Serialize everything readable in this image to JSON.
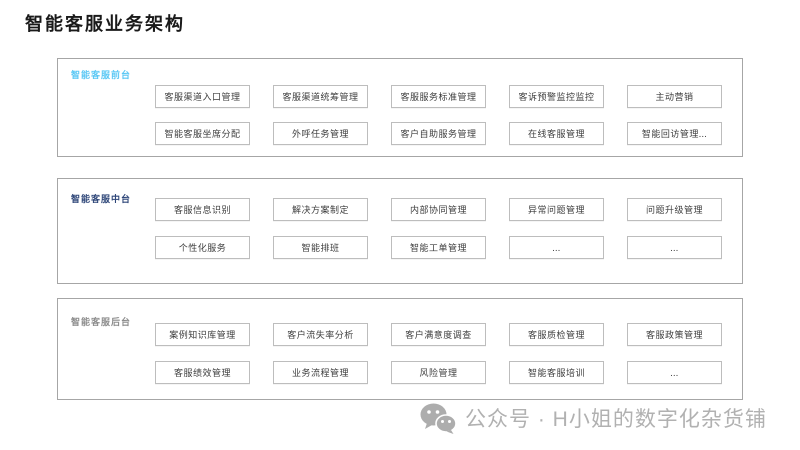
{
  "page": {
    "title": "智能客服业务架构"
  },
  "sections": [
    {
      "label": "智能客服前台",
      "label_color": "#5bc8f5",
      "boxes": [
        "客服渠道入口管理",
        "客服渠道统筹管理",
        "客服服务标准管理",
        "客诉预警监控监控",
        "主动营销",
        "智能客服坐席分配",
        "外呼任务管理",
        "客户自助服务管理",
        "在线客服管理",
        "智能回访管理..."
      ]
    },
    {
      "label": "智能客服中台",
      "label_color": "#2f4779",
      "boxes": [
        "客服信息识别",
        "解决方案制定",
        "内部协同管理",
        "异常问题管理",
        "问题升级管理",
        "个性化服务",
        "智能排班",
        "智能工单管理",
        "...",
        "..."
      ]
    },
    {
      "label": "智能客服后台",
      "label_color": "#8c8c8c",
      "boxes": [
        "案例知识库管理",
        "客户流失率分析",
        "客户满意度调查",
        "客服质检管理",
        "客服政策管理",
        "客服绩效管理",
        "业务流程管理",
        "风险管理",
        "智能客服培训",
        "..."
      ]
    }
  ],
  "watermark": {
    "icon": "wechat-icon",
    "text": "公众号 · H小姐的数字化杂货铺",
    "color": "#b1b1b1"
  },
  "colors": {
    "panel_border": "#a6a6a6",
    "box_border": "#bdbdbd",
    "box_text": "#3d3d3d",
    "title_text": "#1a1a1a"
  }
}
